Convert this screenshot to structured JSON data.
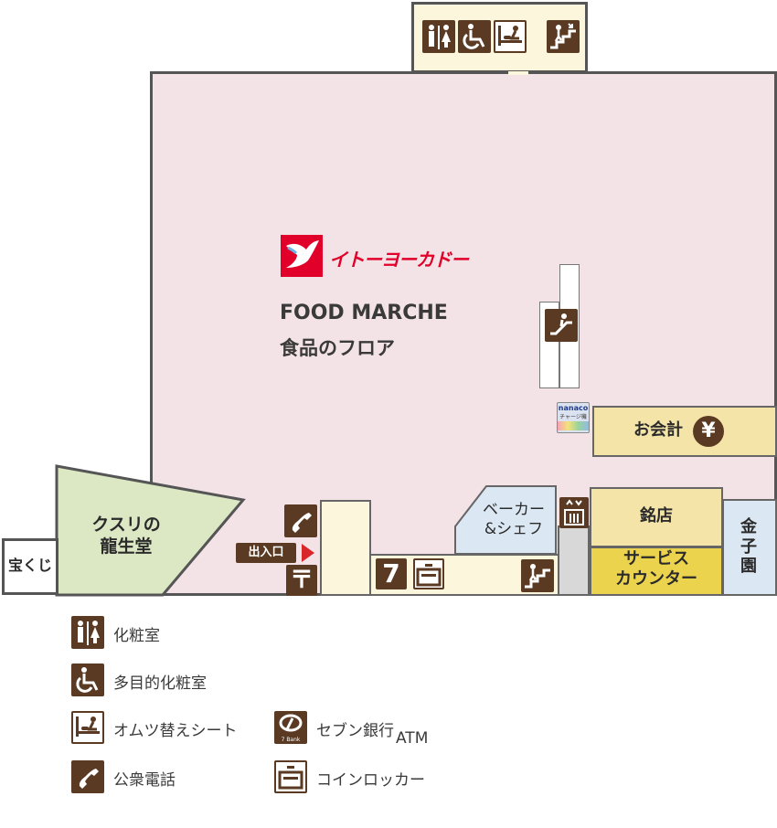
{
  "map": {
    "main_floor": {
      "brand_name": "イトーヨーカドー",
      "title_en": "FOOD MARCHE",
      "title_jp": "食品のフロア"
    },
    "areas": {
      "kusuri": {
        "label_line1": "クスリの",
        "label_line2": "龍生堂"
      },
      "takarakuji": {
        "label": "宝くじ"
      },
      "bakery": {
        "label_line1": "ベーカー",
        "label_line2": "&シェフ"
      },
      "meiten": {
        "label": "銘店"
      },
      "service_counter": {
        "label_line1": "サービス",
        "label_line2": "カウンター"
      },
      "kanekoen": {
        "label": "金子園"
      },
      "checkout": {
        "label": "お会計"
      },
      "entrance": {
        "label": "出入口"
      },
      "nanaco": {
        "label_top": "nanaco",
        "label_bottom": "チャージ機"
      }
    },
    "icons": {
      "seven_eleven_atm_digit": "7",
      "yen_symbol": "¥",
      "postal_symbol": "〒"
    },
    "colors": {
      "floor_pink": "#f3e3e7",
      "green_store": "#dce8c4",
      "blue_store": "#dbe8f4",
      "cream": "#fcf6dc",
      "beige": "#f5e4a8",
      "yellow_service": "#ecd34e",
      "icon_brown": "#5a3a22",
      "entrance_red": "#d9262b",
      "brand_red": "#e1002a"
    }
  },
  "legend": [
    {
      "icon": "restroom-icon",
      "label": "化粧室"
    },
    {
      "icon": "accessible-restroom-icon",
      "label": "多目的化粧室"
    },
    {
      "icon": "diaper-changing-icon",
      "label": "オムツ替えシート"
    },
    {
      "icon": "seven-bank-atm-icon",
      "label": "セブン銀行",
      "label_suffix": "ATM",
      "icon_caption": "7 Bank"
    },
    {
      "icon": "phone-icon",
      "label": "公衆電話"
    },
    {
      "icon": "coin-locker-icon",
      "label": "コインロッカー"
    }
  ]
}
